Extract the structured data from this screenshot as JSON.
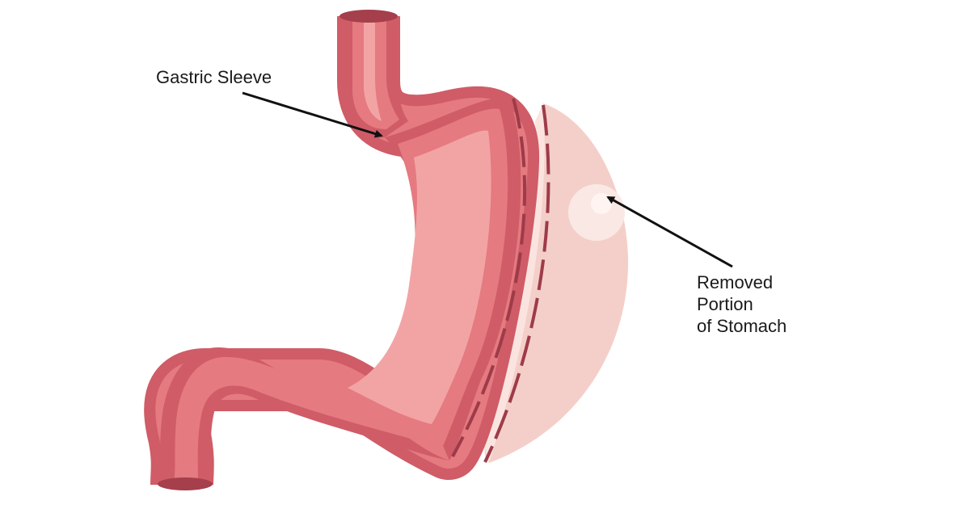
{
  "labels": {
    "gastric_sleeve": "Gastric Sleeve",
    "removed_portion": [
      "Removed",
      "Portion",
      "of Stomach"
    ]
  },
  "colors": {
    "stomach_outer": "#cf5c67",
    "stomach_mid": "#e57a80",
    "stomach_inner": "#f2a4a5",
    "opening": "#a53f4b",
    "removed_fill": "#f4cfc9",
    "removed_edge": "#fbe4df",
    "highlight": "#fae8e5",
    "staple_line": "#9e3b49",
    "arrow": "#111111",
    "text": "#1a1a1a"
  }
}
